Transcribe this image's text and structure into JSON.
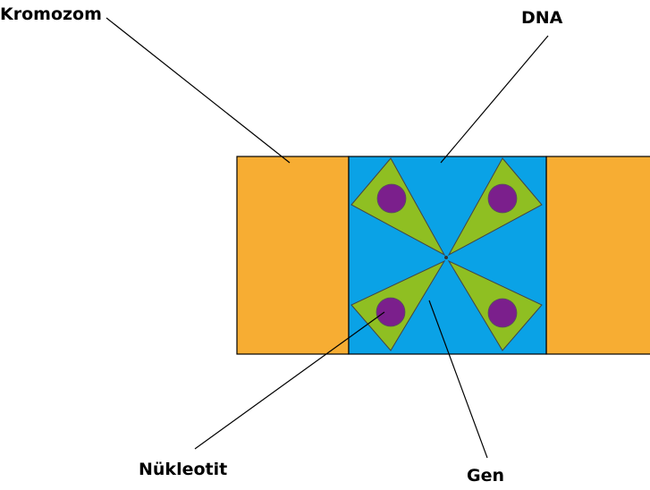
{
  "labels": {
    "kromozom": "Kromozom",
    "dna": "DNA",
    "nukleotit": "Nükleotit",
    "gen": "Gen"
  },
  "colors": {
    "chromosome_fill": "#f7ad33",
    "dna_fill": "#0aa2e6",
    "triangle_fill": "#8fbf22",
    "nucleotide_fill": "#7b1f8c",
    "outline": "#000000",
    "label_text": "#000000"
  }
}
